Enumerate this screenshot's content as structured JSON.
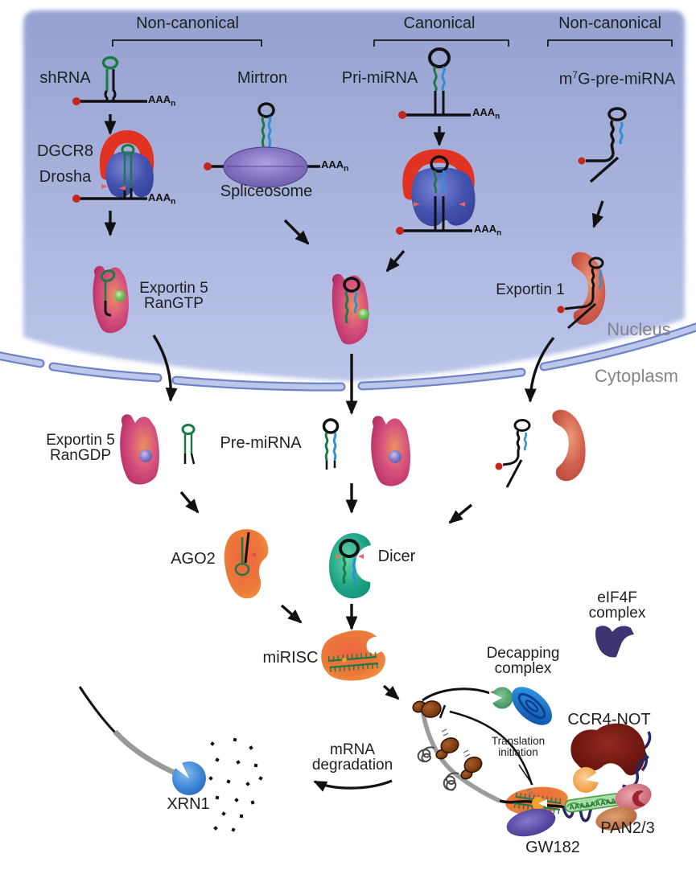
{
  "header": {
    "group_left": "Non-canonical",
    "group_mid": "Canonical",
    "group_right": "Non-canonical"
  },
  "labels": {
    "shrna": "shRNA",
    "mirtron": "Mirtron",
    "pri_mirna": "Pri-miRNA",
    "m7g_prefix": "m",
    "m7g_sup": "7",
    "m7g_suffix": "G-pre-miRNA",
    "dgcr8": "DGCR8",
    "drosha": "Drosha",
    "spliceosome": "Spliceosome",
    "exportin5_gtp_l1": "Exportin 5",
    "exportin5_gtp_l2": "RanGTP",
    "exportin1": "Exportin 1",
    "nucleus": "Nucleus",
    "cytoplasm": "Cytoplasm",
    "exportin5_gdp_l1": "Exportin 5",
    "exportin5_gdp_l2": "RanGDP",
    "pre_mirna": "Pre-miRNA",
    "ago2": "AGO2",
    "dicer": "Dicer",
    "mirisc": "miRISC",
    "eif4f_l1": "eIF4F",
    "eif4f_l2": "complex",
    "decapping_l1": "Decapping",
    "decapping_l2": "complex",
    "ccr4not": "CCR4-NOT",
    "translation_l1": "Translation",
    "translation_l2": "initiation",
    "mrna_deg_l1": "mRNA",
    "mrna_deg_l2": "degradation",
    "xrn1": "XRN1",
    "gw182": "GW182",
    "pan23": "PAN2/3"
  },
  "rna_tags": {
    "polyA_tail": "AAA",
    "polyA_sub": "n",
    "deadenylated": "AAAAAAAAA"
  },
  "colors": {
    "nucleus_fill": "#a9b3dd",
    "membrane": "#6e84c8",
    "dgcr8_red": "#e23222",
    "drosha_blue": "#4352ae",
    "spliceosome_purple": "#8472c0",
    "exportin5_magenta": "#c63d75",
    "exportin1_red": "#c1514a",
    "rangtp_green": "#5cb85c",
    "rangdp_purple": "#6a5fb0",
    "dicer_teal": "#17a384",
    "ago2_orange": "#e8512c",
    "eif4f_indigo": "#3d3472",
    "decapping_green": "#4a9e68",
    "decapping_blue": "#1a6fc4",
    "ccr4not_maroon": "#641713",
    "pacman_orange": "#f2a24a",
    "pan2_pink": "#cc6f7d",
    "pan3_salmon": "#b86a4a",
    "gw182_purple": "#4a3d8f",
    "xrn1_blue": "#2f7fd0",
    "mrna_gray": "#9c9c9c",
    "ribosome_brown": "#7b3a10",
    "hairpin_green": "#1d7a45",
    "hairpin_blue": "#2e8fd6",
    "cap_red": "#c4271c",
    "polya_green": "#3f9b3f",
    "navy_rna": "#23286b"
  }
}
